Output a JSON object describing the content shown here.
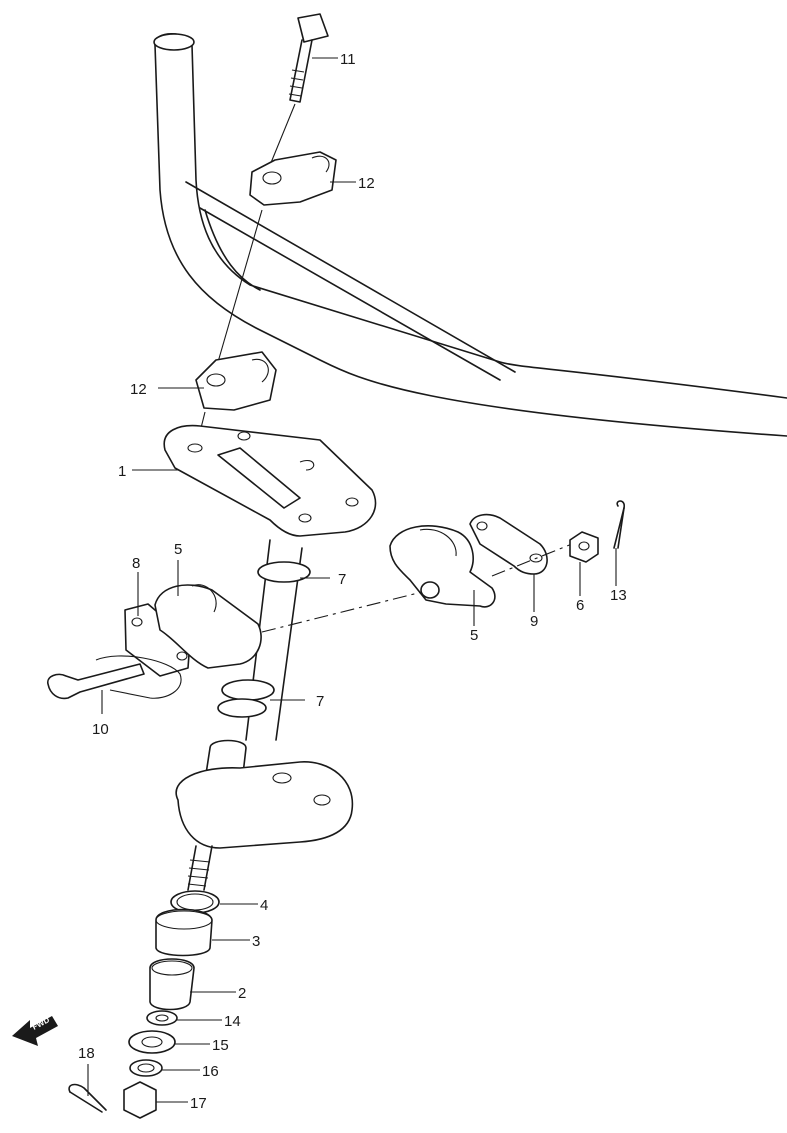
{
  "diagram": {
    "callouts": [
      {
        "id": "c1",
        "label": "1"
      },
      {
        "id": "c2",
        "label": "2"
      },
      {
        "id": "c3",
        "label": "3"
      },
      {
        "id": "c4",
        "label": "4"
      },
      {
        "id": "c5a",
        "label": "5"
      },
      {
        "id": "c5b",
        "label": "5"
      },
      {
        "id": "c6",
        "label": "6"
      },
      {
        "id": "c7a",
        "label": "7"
      },
      {
        "id": "c7b",
        "label": "7"
      },
      {
        "id": "c8",
        "label": "8"
      },
      {
        "id": "c9",
        "label": "9"
      },
      {
        "id": "c10",
        "label": "10"
      },
      {
        "id": "c11",
        "label": "11"
      },
      {
        "id": "c12a",
        "label": "12"
      },
      {
        "id": "c12b",
        "label": "12"
      },
      {
        "id": "c13",
        "label": "13"
      },
      {
        "id": "c14",
        "label": "14"
      },
      {
        "id": "c15",
        "label": "15"
      },
      {
        "id": "c16",
        "label": "16"
      },
      {
        "id": "c17",
        "label": "17"
      },
      {
        "id": "c18",
        "label": "18"
      }
    ],
    "direction_badge": "FWD"
  }
}
